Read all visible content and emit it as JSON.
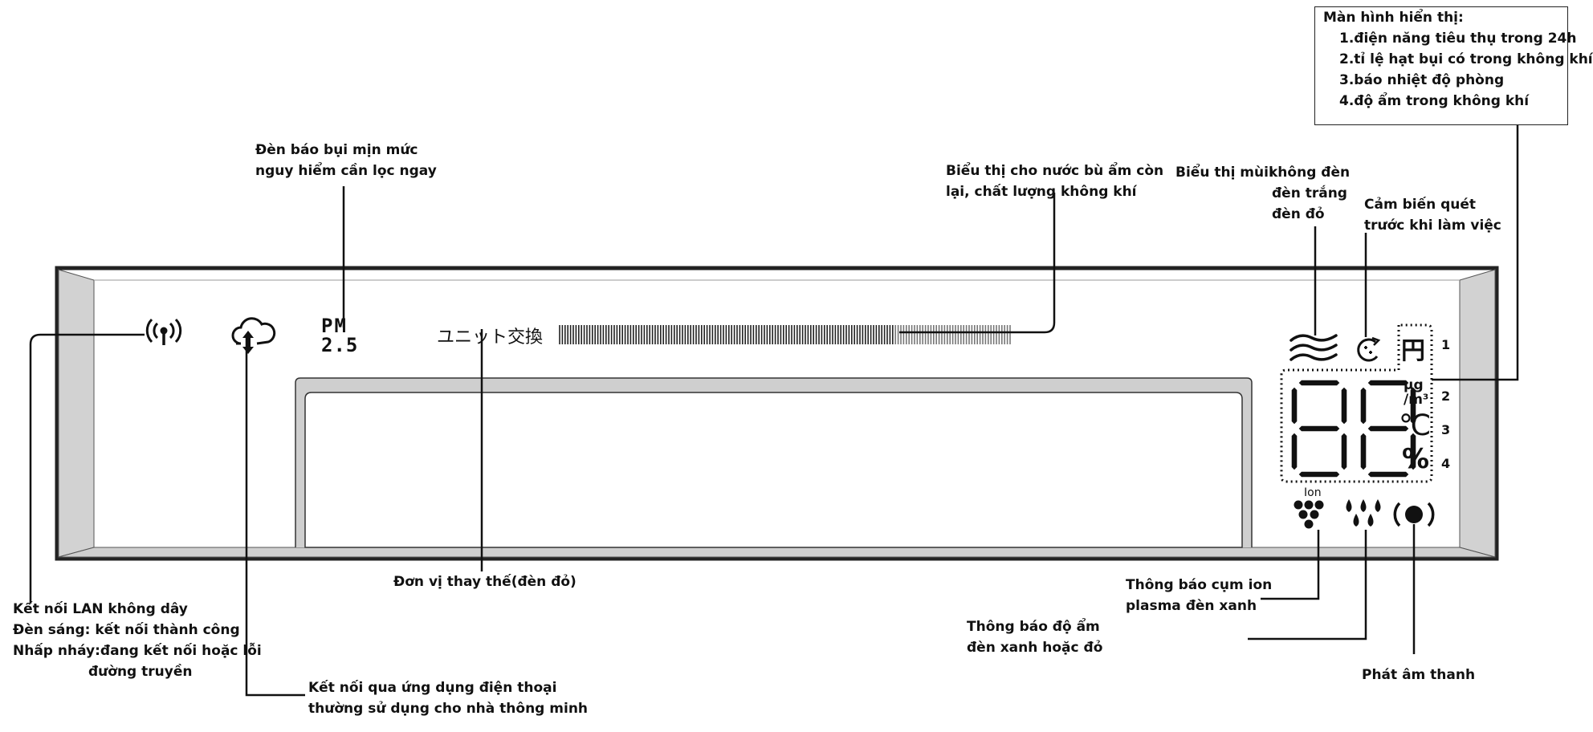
{
  "display_panel": {
    "pm_top": "PM",
    "pm_bottom": "2.5",
    "unit_replace": "ユニット交換",
    "yen": "円",
    "digits": "88",
    "unit_ug": "μg",
    "unit_m3": "/m³",
    "unit_celsius": "℃",
    "unit_percent": "%",
    "ion": "Ion",
    "row_numbers": [
      "1",
      "2",
      "3",
      "4"
    ]
  },
  "callouts": {
    "pm_warning": [
      "Đèn báo bụi mịn mức",
      "nguy hiểm cần lọc ngay"
    ],
    "water_level": [
      "Biểu thị cho nước bù ẩm  còn",
      "lại, chất lượng không khí"
    ],
    "odor_label": "Biểu thị mùi:",
    "odor_values": [
      "không đèn",
      "đèn trắng",
      "đèn đỏ"
    ],
    "sensor_scan": [
      "Cảm biến quét",
      "trước khi làm việc"
    ],
    "display_info": {
      "title": "Màn hình hiển thị:",
      "items": [
        "1.điện năng tiêu thụ trong 24h",
        "2.tỉ lệ hạt bụi có trong không khí",
        "3.báo nhiệt độ phòng",
        "4.độ ẩm trong không khí"
      ]
    },
    "lan": [
      "Kết nối LAN không dây",
      "Đèn sáng: kết nối thành công",
      "Nhấp nháy:đang kết nối hoặc lỗi",
      "đường truyền"
    ],
    "unit_replace": "Đơn vị thay thế(đèn đỏ)",
    "app": [
      "Kết nối qua ứng dụng điện thoại",
      "thường sử dụng cho nhà thông minh"
    ],
    "ion": [
      "Thông báo cụm ion",
      "plasma đèn xanh"
    ],
    "humidity": [
      "Thông báo độ ẩm",
      "đèn xanh hoặc đỏ"
    ],
    "sound": "Phát âm thanh"
  }
}
